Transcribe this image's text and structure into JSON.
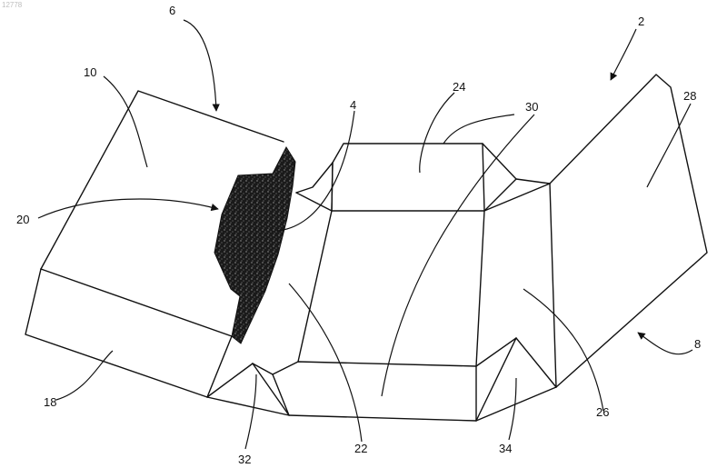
{
  "sheet_id": "12778",
  "reference_numerals": {
    "n2": "2",
    "n4": "4",
    "n6": "6",
    "n8": "8",
    "n10": "10",
    "n18": "18",
    "n20": "20",
    "n22": "22",
    "n24": "24",
    "n26": "26",
    "n28": "28",
    "n30": "30",
    "n32": "32",
    "n34": "34"
  },
  "colors": {
    "ink": "#111111",
    "paper": "#ffffff"
  }
}
